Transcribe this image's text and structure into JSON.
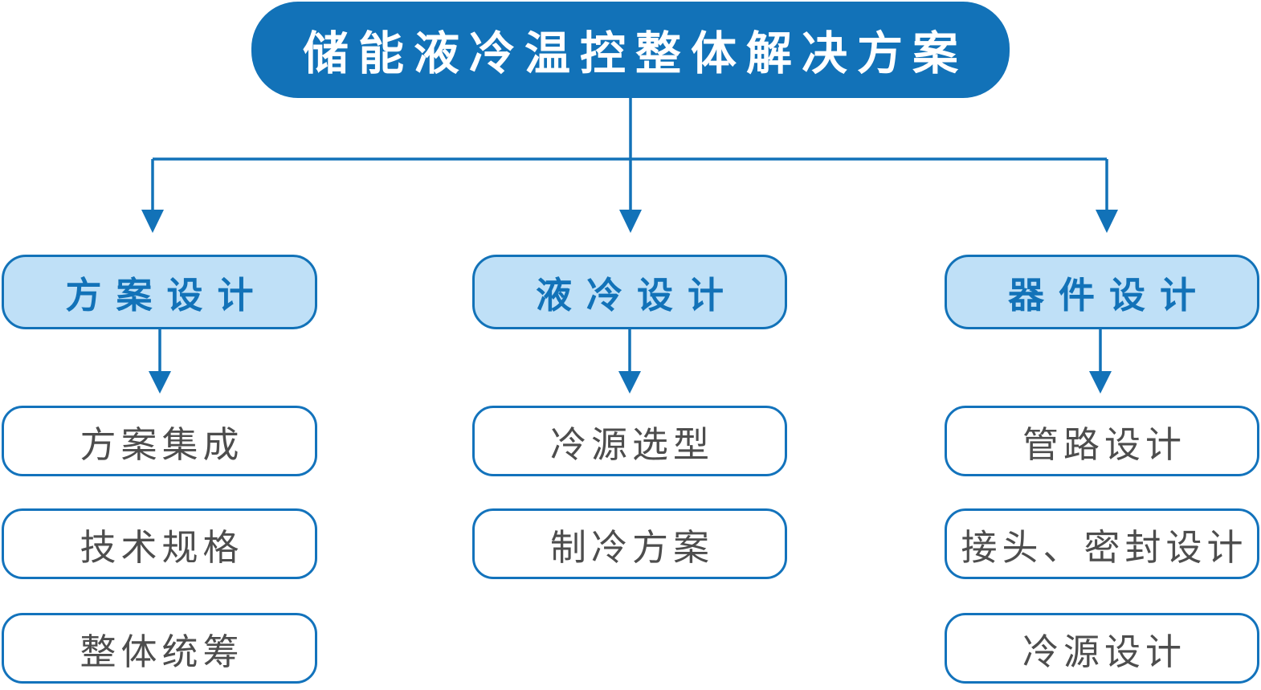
{
  "diagram": {
    "title": "储能液冷温控整体解决方案",
    "branches": [
      {
        "label": "方案设计",
        "children": [
          "方案集成",
          "技术规格",
          "整体统筹"
        ]
      },
      {
        "label": "液冷设计",
        "children": [
          "冷源选型",
          "制冷方案"
        ]
      },
      {
        "label": "器件设计",
        "children": [
          "管路设计",
          "接头、密封设计",
          "冷源设计"
        ]
      }
    ],
    "colors": {
      "primary_blue": "#1272B8",
      "light_blue_fill": "#BFE0F7",
      "leaf_border": "#1373BC",
      "leaf_text": "#4D4D4D",
      "root_text": "#FFFFFF",
      "bg": "#FFFFFF"
    }
  }
}
